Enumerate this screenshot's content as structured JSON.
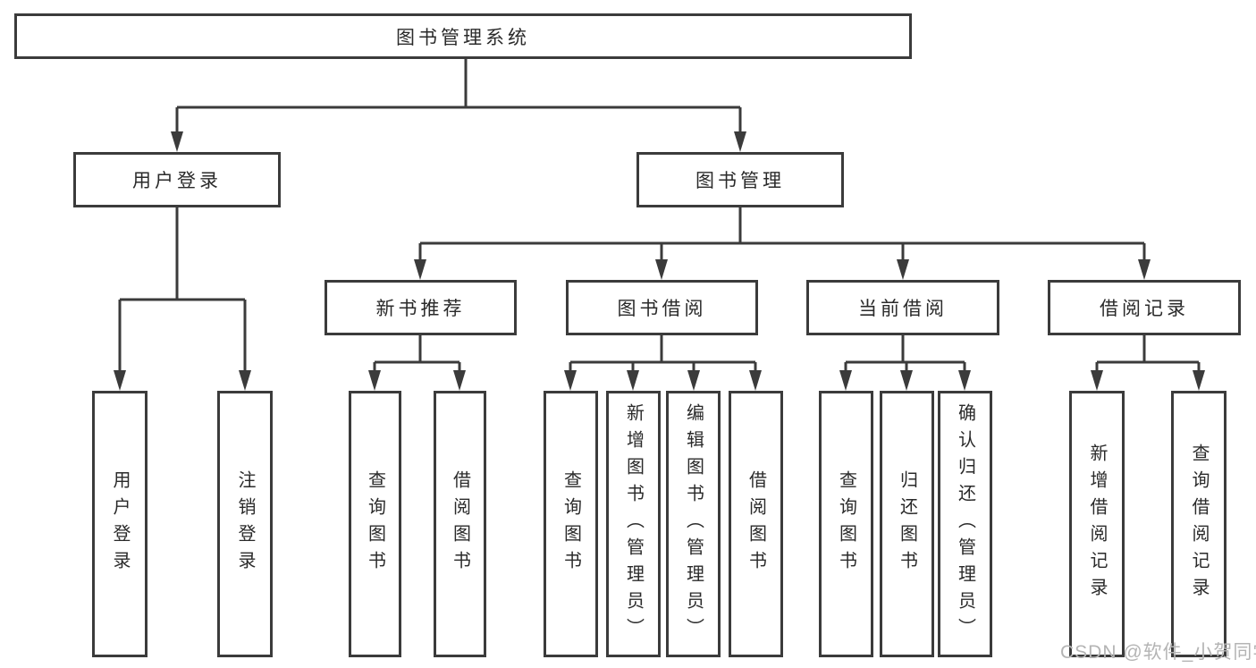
{
  "page": {
    "background": "#ffffff"
  },
  "colors": {
    "line": "#3b3b3b",
    "box_border": "#3b3b3b",
    "text": "#2a2a2a",
    "watermark_text": "#b4b4b4"
  },
  "watermark": {
    "text": "CSDN @软件_小贺同学"
  },
  "tree": {
    "type": "hierarchy-tree",
    "root": {
      "label": "图书管理系统"
    },
    "branches": [
      {
        "label": "用户登录",
        "children": [
          {
            "label": "用户登录"
          },
          {
            "label": "注销登录"
          }
        ]
      },
      {
        "label": "图书管理",
        "children": [
          {
            "label": "新书推荐",
            "children": [
              {
                "label": "查询图书"
              },
              {
                "label": "借阅图书"
              }
            ]
          },
          {
            "label": "图书借阅",
            "children": [
              {
                "label": "查询图书"
              },
              {
                "label": "新增图书（管理员）"
              },
              {
                "label": "编辑图书（管理员）"
              },
              {
                "label": "借阅图书"
              }
            ]
          },
          {
            "label": "当前借阅",
            "children": [
              {
                "label": "查询图书"
              },
              {
                "label": "归还图书"
              },
              {
                "label": "确认归还（管理员）"
              }
            ]
          },
          {
            "label": "借阅记录",
            "children": [
              {
                "label": "新增借阅记录"
              },
              {
                "label": "查询借阅记录"
              }
            ]
          }
        ]
      }
    ]
  }
}
